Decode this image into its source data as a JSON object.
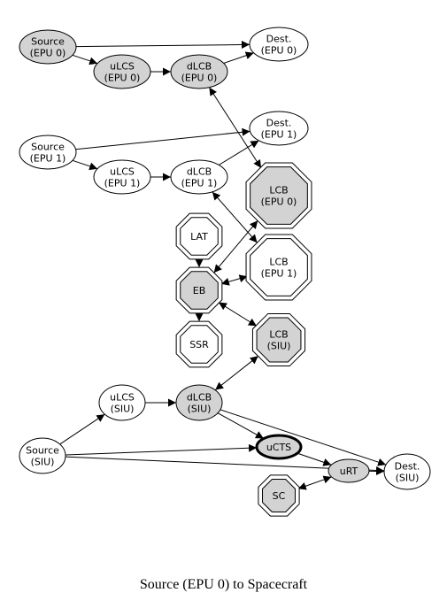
{
  "caption": "Source (EPU 0) to Spacecraft",
  "nodes": {
    "src_epu0": {
      "lines": [
        "Source",
        "(EPU 0)"
      ],
      "fill": "#d3d3d3"
    },
    "dest_epu0": {
      "lines": [
        "Dest.",
        "(EPU 0)"
      ],
      "fill": "#ffffff"
    },
    "ulcs_epu0": {
      "lines": [
        "uLCS",
        "(EPU 0)"
      ],
      "fill": "#d3d3d3"
    },
    "dlcb_epu0": {
      "lines": [
        "dLCB",
        "(EPU 0)"
      ],
      "fill": "#d3d3d3"
    },
    "src_epu1": {
      "lines": [
        "Source",
        "(EPU 1)"
      ],
      "fill": "#ffffff"
    },
    "dest_epu1": {
      "lines": [
        "Dest.",
        "(EPU 1)"
      ],
      "fill": "#ffffff"
    },
    "ulcs_epu1": {
      "lines": [
        "uLCS",
        "(EPU 1)"
      ],
      "fill": "#ffffff"
    },
    "dlcb_epu1": {
      "lines": [
        "dLCB",
        "(EPU 1)"
      ],
      "fill": "#ffffff"
    },
    "lcb_epu0": {
      "lines": [
        "LCB",
        "(EPU 0)"
      ],
      "fill": "#d3d3d3"
    },
    "lat": {
      "lines": [
        "LAT"
      ],
      "fill": "#ffffff"
    },
    "lcb_epu1": {
      "lines": [
        "LCB",
        "(EPU 1)"
      ],
      "fill": "#ffffff"
    },
    "eb": {
      "lines": [
        "EB"
      ],
      "fill": "#d3d3d3"
    },
    "ssr": {
      "lines": [
        "SSR"
      ],
      "fill": "#ffffff"
    },
    "lcb_siu": {
      "lines": [
        "LCB",
        "(SIU)"
      ],
      "fill": "#d3d3d3"
    },
    "ulcs_siu": {
      "lines": [
        "uLCS",
        "(SIU)"
      ],
      "fill": "#ffffff"
    },
    "dlcb_siu": {
      "lines": [
        "dLCB",
        "(SIU)"
      ],
      "fill": "#d3d3d3"
    },
    "src_siu": {
      "lines": [
        "Source",
        "(SIU)"
      ],
      "fill": "#ffffff"
    },
    "ucts": {
      "lines": [
        "uCTS"
      ],
      "fill": "#d3d3d3"
    },
    "urt": {
      "lines": [
        "uRT"
      ],
      "fill": "#d3d3d3"
    },
    "dest_siu": {
      "lines": [
        "Dest.",
        "(SIU)"
      ],
      "fill": "#ffffff"
    },
    "sc": {
      "lines": [
        "SC"
      ],
      "fill": "#d3d3d3"
    }
  },
  "edges": [
    {
      "from": "src_epu0",
      "to": "dest_epu0"
    },
    {
      "from": "src_epu0",
      "to": "ulcs_epu0"
    },
    {
      "from": "ulcs_epu0",
      "to": "dlcb_epu0"
    },
    {
      "from": "dlcb_epu0",
      "to": "dest_epu0"
    },
    {
      "from": "dlcb_epu0",
      "to": "lcb_epu0",
      "both": true
    },
    {
      "from": "src_epu1",
      "to": "dest_epu1"
    },
    {
      "from": "src_epu1",
      "to": "ulcs_epu1"
    },
    {
      "from": "ulcs_epu1",
      "to": "dlcb_epu1"
    },
    {
      "from": "dlcb_epu1",
      "to": "dest_epu1"
    },
    {
      "from": "dlcb_epu1",
      "to": "lcb_epu1",
      "both": true
    },
    {
      "from": "lat",
      "to": "eb"
    },
    {
      "from": "eb",
      "to": "lcb_epu0",
      "both": true
    },
    {
      "from": "eb",
      "to": "lcb_epu1",
      "both": true
    },
    {
      "from": "eb",
      "to": "ssr"
    },
    {
      "from": "eb",
      "to": "lcb_siu",
      "both": true
    },
    {
      "from": "dlcb_siu",
      "to": "lcb_siu",
      "both": true
    },
    {
      "from": "src_siu",
      "to": "ulcs_siu"
    },
    {
      "from": "ulcs_siu",
      "to": "dlcb_siu"
    },
    {
      "from": "dlcb_siu",
      "to": "ucts"
    },
    {
      "from": "dlcb_siu",
      "to": "dest_siu"
    },
    {
      "from": "src_siu",
      "to": "ucts"
    },
    {
      "from": "ucts",
      "to": "urt"
    },
    {
      "from": "urt",
      "to": "dest_siu"
    },
    {
      "from": "sc",
      "to": "urt",
      "both": true
    },
    {
      "from": "src_siu",
      "to": "dest_siu"
    }
  ]
}
